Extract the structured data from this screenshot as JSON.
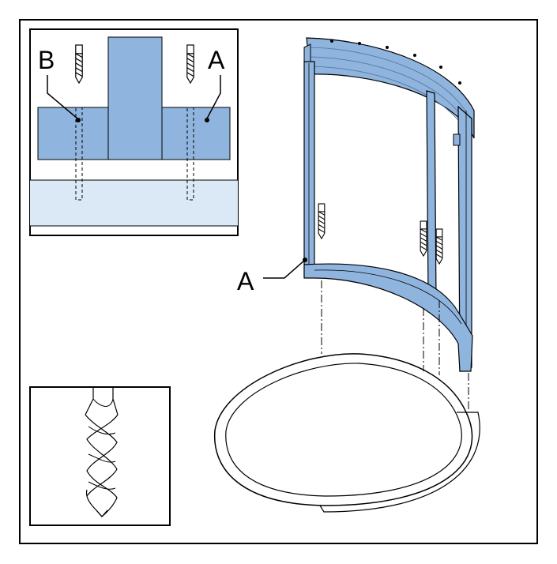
{
  "labels": {
    "inset_b": "B",
    "inset_a": "A",
    "main_a": "A"
  },
  "colors": {
    "frame_blue": "#8fb5df",
    "frame_blue_light": "#dbe8f6",
    "outline": "#000000",
    "background": "#ffffff"
  },
  "icons": {
    "drill_bit": "drill-bit-icon"
  }
}
